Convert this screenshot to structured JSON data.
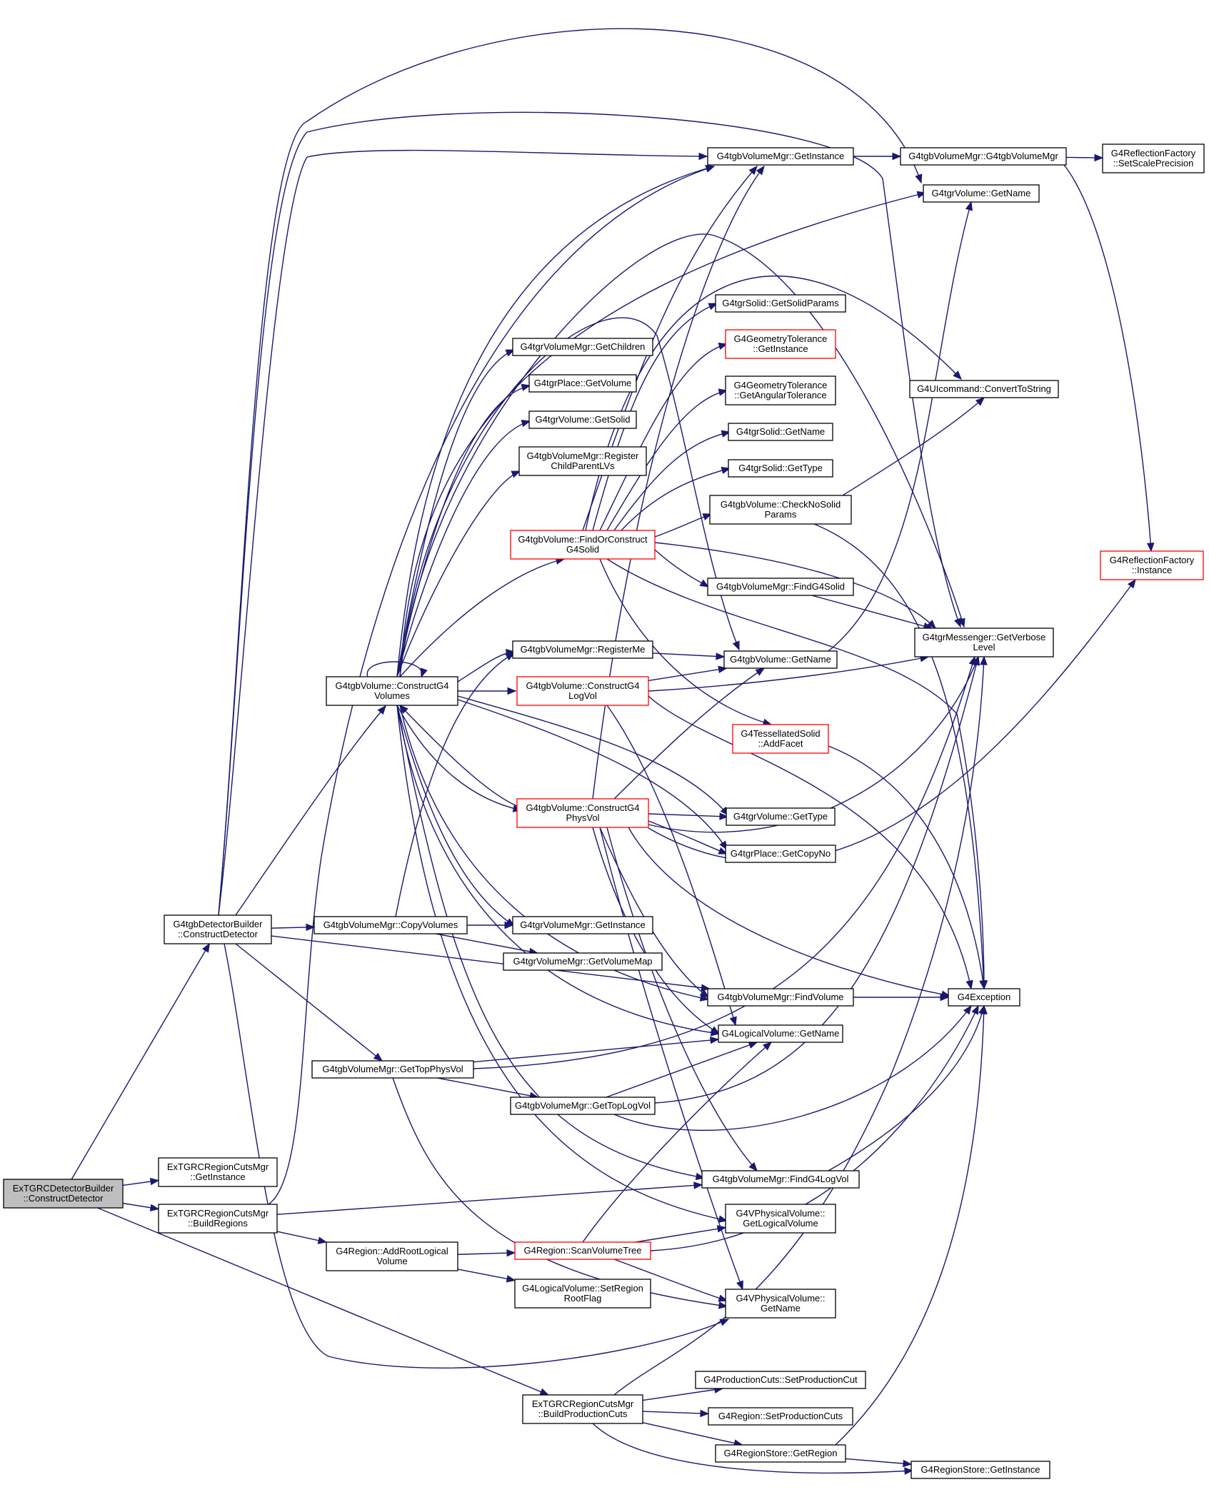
{
  "nodes": [
    {
      "id": "root",
      "lines": [
        "ExTGRCDetectorBuilder",
        "::ConstructDetector"
      ],
      "style": "root"
    },
    {
      "id": "cd",
      "lines": [
        "G4tgbDetectorBuilder",
        "::ConstructDetector"
      ],
      "style": "normal"
    },
    {
      "id": "rcInst",
      "lines": [
        "ExTGRCRegionCutsMgr",
        "::GetInstance"
      ],
      "style": "normal"
    },
    {
      "id": "br",
      "lines": [
        "ExTGRCRegionCutsMgr",
        "::BuildRegions"
      ],
      "style": "normal"
    },
    {
      "id": "bpc",
      "lines": [
        "ExTGRCRegionCutsMgr",
        "::BuildProductionCuts"
      ],
      "style": "normal"
    },
    {
      "id": "cgv",
      "lines": [
        "G4tgbVolume::ConstructG4",
        "Volumes"
      ],
      "style": "normal"
    },
    {
      "id": "cv",
      "lines": [
        "G4tgbVolumeMgr::CopyVolumes"
      ],
      "style": "normal"
    },
    {
      "id": "gtpv",
      "lines": [
        "G4tgbVolumeMgr::GetTopPhysVol"
      ],
      "style": "normal"
    },
    {
      "id": "arl",
      "lines": [
        "G4Region::AddRootLogical",
        "Volume"
      ],
      "style": "normal"
    },
    {
      "id": "trGc",
      "lines": [
        "G4tgrVolumeMgr::GetChildren"
      ],
      "style": "normal"
    },
    {
      "id": "gpv",
      "lines": [
        "G4tgrPlace::GetVolume"
      ],
      "style": "normal"
    },
    {
      "id": "gvs",
      "lines": [
        "G4tgrVolume::GetSolid"
      ],
      "style": "normal"
    },
    {
      "id": "rcp",
      "lines": [
        "G4tgbVolumeMgr::Register",
        "ChildParentLVs"
      ],
      "style": "normal"
    },
    {
      "id": "focs",
      "lines": [
        "G4tgbVolume::FindOrConstruct",
        "G4Solid"
      ],
      "style": "red"
    },
    {
      "id": "rme",
      "lines": [
        "G4tgbVolumeMgr::RegisterMe"
      ],
      "style": "normal"
    },
    {
      "id": "cglv",
      "lines": [
        "G4tgbVolume::ConstructG4",
        "LogVol"
      ],
      "style": "red"
    },
    {
      "id": "cgpv",
      "lines": [
        "G4tgbVolume::ConstructG4",
        "PhysVol"
      ],
      "style": "red"
    },
    {
      "id": "trInst",
      "lines": [
        "G4tgrVolumeMgr::GetInstance"
      ],
      "style": "normal"
    },
    {
      "id": "gvm",
      "lines": [
        "G4tgrVolumeMgr::GetVolumeMap"
      ],
      "style": "normal"
    },
    {
      "id": "gtlv",
      "lines": [
        "G4tgbVolumeMgr::GetTopLogVol"
      ],
      "style": "normal"
    },
    {
      "id": "srv",
      "lines": [
        "G4Region::ScanVolumeTree"
      ],
      "style": "red"
    },
    {
      "id": "srrf",
      "lines": [
        "G4LogicalVolume::SetRegion",
        "RootFlag"
      ],
      "style": "normal"
    },
    {
      "id": "tbInst",
      "lines": [
        "G4tgbVolumeMgr::GetInstance"
      ],
      "style": "normal"
    },
    {
      "id": "gss",
      "lines": [
        "G4tgrSolid::GetSolidParams"
      ],
      "style": "normal"
    },
    {
      "id": "gtol",
      "lines": [
        "G4GeometryTolerance",
        "::GetInstance"
      ],
      "style": "red"
    },
    {
      "id": "gang",
      "lines": [
        "G4GeometryTolerance",
        "::GetAngularTolerance"
      ],
      "style": "normal"
    },
    {
      "id": "sname",
      "lines": [
        "G4tgrSolid::GetName"
      ],
      "style": "normal"
    },
    {
      "id": "stype",
      "lines": [
        "G4tgrSolid::GetType"
      ],
      "style": "normal"
    },
    {
      "id": "cnsp",
      "lines": [
        "G4tgbVolume::CheckNoSolid",
        "Params"
      ],
      "style": "normal"
    },
    {
      "id": "fgs",
      "lines": [
        "G4tgbVolumeMgr::FindG4Solid"
      ],
      "style": "normal"
    },
    {
      "id": "bvname",
      "lines": [
        "G4tgbVolume::GetName"
      ],
      "style": "normal"
    },
    {
      "id": "taf",
      "lines": [
        "G4TessellatedSolid",
        "::AddFacet"
      ],
      "style": "red"
    },
    {
      "id": "rvtype",
      "lines": [
        "G4tgrVolume::GetType"
      ],
      "style": "normal"
    },
    {
      "id": "rcopy",
      "lines": [
        "G4tgrPlace::GetCopyNo"
      ],
      "style": "normal"
    },
    {
      "id": "fv",
      "lines": [
        "G4tgbVolumeMgr::FindVolume"
      ],
      "style": "normal"
    },
    {
      "id": "lvname",
      "lines": [
        "G4LogicalVolume::GetName"
      ],
      "style": "normal"
    },
    {
      "id": "fglv",
      "lines": [
        "G4tgbVolumeMgr::FindG4LogVol"
      ],
      "style": "normal"
    },
    {
      "id": "pvglv",
      "lines": [
        "G4VPhysicalVolume::",
        "GetLogicalVolume"
      ],
      "style": "normal"
    },
    {
      "id": "pvname",
      "lines": [
        "G4VPhysicalVolume::",
        "GetName"
      ],
      "style": "normal"
    },
    {
      "id": "pcspc",
      "lines": [
        "G4ProductionCuts::SetProductionCut"
      ],
      "style": "normal"
    },
    {
      "id": "rspc",
      "lines": [
        "G4Region::SetProductionCuts"
      ],
      "style": "normal"
    },
    {
      "id": "rsgr",
      "lines": [
        "G4RegionStore::GetRegion"
      ],
      "style": "normal"
    },
    {
      "id": "rsInst",
      "lines": [
        "G4RegionStore::GetInstance"
      ],
      "style": "normal"
    },
    {
      "id": "tbvm",
      "lines": [
        "G4tgbVolumeMgr::G4tgbVolumeMgr"
      ],
      "style": "normal"
    },
    {
      "id": "rvname",
      "lines": [
        "G4tgrVolume::GetName"
      ],
      "style": "normal"
    },
    {
      "id": "uic",
      "lines": [
        "G4UIcommand::ConvertToString"
      ],
      "style": "normal"
    },
    {
      "id": "gvl",
      "lines": [
        "G4tgrMessenger::GetVerbose",
        "Level"
      ],
      "style": "normal"
    },
    {
      "id": "exc",
      "lines": [
        "G4Exception"
      ],
      "style": "normal"
    },
    {
      "id": "rfssp",
      "lines": [
        "G4ReflectionFactory",
        "::SetScalePrecision"
      ],
      "style": "normal"
    },
    {
      "id": "rfInst",
      "lines": [
        "G4ReflectionFactory",
        "::Instance"
      ],
      "style": "red"
    }
  ],
  "edges": [
    [
      "root",
      "cd"
    ],
    [
      "root",
      "rcInst"
    ],
    [
      "root",
      "br"
    ],
    [
      "root",
      "bpc"
    ],
    [
      "cd",
      "tbInst"
    ],
    [
      "cd",
      "rvname"
    ],
    [
      "cd",
      "gvl"
    ],
    [
      "cd",
      "cgv"
    ],
    [
      "cd",
      "cv"
    ],
    [
      "cd",
      "fv"
    ],
    [
      "cd",
      "gtpv"
    ],
    [
      "cd",
      "pvname"
    ],
    [
      "br",
      "tbInst"
    ],
    [
      "br",
      "fglv"
    ],
    [
      "br",
      "arl"
    ],
    [
      "bpc",
      "pcspc"
    ],
    [
      "bpc",
      "rspc"
    ],
    [
      "bpc",
      "rsgr"
    ],
    [
      "bpc",
      "rsInst"
    ],
    [
      "bpc",
      "gvl"
    ],
    [
      "cgv",
      "cgv"
    ],
    [
      "cgv",
      "tbInst"
    ],
    [
      "cgv",
      "rvname"
    ],
    [
      "cgv",
      "trGc"
    ],
    [
      "cgv",
      "gpv"
    ],
    [
      "cgv",
      "gvs"
    ],
    [
      "cgv",
      "rcp"
    ],
    [
      "cgv",
      "focs"
    ],
    [
      "cgv",
      "rme"
    ],
    [
      "cgv",
      "cglv"
    ],
    [
      "cgv",
      "cgpv"
    ],
    [
      "cgv",
      "trInst"
    ],
    [
      "cgv",
      "bvname"
    ],
    [
      "cgv",
      "rvtype"
    ],
    [
      "cgv",
      "rcopy"
    ],
    [
      "cgv",
      "fv"
    ],
    [
      "cgv",
      "lvname"
    ],
    [
      "cgv",
      "fglv"
    ],
    [
      "cgv",
      "pvglv"
    ],
    [
      "cgv",
      "gvl"
    ],
    [
      "cv",
      "trInst"
    ],
    [
      "cv",
      "gvm"
    ],
    [
      "cv",
      "rme"
    ],
    [
      "gtpv",
      "gtlv"
    ],
    [
      "gtpv",
      "lvname"
    ],
    [
      "gtpv",
      "pvname"
    ],
    [
      "gtpv",
      "gvl"
    ],
    [
      "arl",
      "srv"
    ],
    [
      "arl",
      "srrf"
    ],
    [
      "focs",
      "tbInst"
    ],
    [
      "focs",
      "gss"
    ],
    [
      "focs",
      "gtol"
    ],
    [
      "focs",
      "gang"
    ],
    [
      "focs",
      "sname"
    ],
    [
      "focs",
      "stype"
    ],
    [
      "focs",
      "cnsp"
    ],
    [
      "focs",
      "fgs"
    ],
    [
      "focs",
      "taf"
    ],
    [
      "focs",
      "uic"
    ],
    [
      "focs",
      "gvl"
    ],
    [
      "focs",
      "exc"
    ],
    [
      "rme",
      "bvname"
    ],
    [
      "cglv",
      "bvname"
    ],
    [
      "cglv",
      "gvl"
    ],
    [
      "cglv",
      "exc"
    ],
    [
      "cglv",
      "lvname"
    ],
    [
      "cgpv",
      "cgv"
    ],
    [
      "cgpv",
      "tbInst"
    ],
    [
      "cgpv",
      "bvname"
    ],
    [
      "cgpv",
      "rvtype"
    ],
    [
      "cgpv",
      "rcopy"
    ],
    [
      "cgpv",
      "fv"
    ],
    [
      "cgpv",
      "lvname"
    ],
    [
      "cgpv",
      "fglv"
    ],
    [
      "cgpv",
      "pvname"
    ],
    [
      "cgpv",
      "gvl"
    ],
    [
      "cgpv",
      "exc"
    ],
    [
      "cgpv",
      "rfInst"
    ],
    [
      "gtlv",
      "lvname"
    ],
    [
      "gtlv",
      "gvl"
    ],
    [
      "gtlv",
      "exc"
    ],
    [
      "srv",
      "pvglv"
    ],
    [
      "srv",
      "pvname"
    ],
    [
      "srv",
      "lvname"
    ],
    [
      "srv",
      "exc"
    ],
    [
      "tbInst",
      "tbvm"
    ],
    [
      "tbvm",
      "rfssp"
    ],
    [
      "tbvm",
      "rfInst"
    ],
    [
      "cnsp",
      "uic"
    ],
    [
      "cnsp",
      "exc"
    ],
    [
      "fgs",
      "gvl"
    ],
    [
      "bvname",
      "rvname"
    ],
    [
      "taf",
      "exc"
    ],
    [
      "fv",
      "exc"
    ],
    [
      "fglv",
      "exc"
    ],
    [
      "rsgr",
      "rsInst"
    ],
    [
      "rsgr",
      "exc"
    ]
  ]
}
